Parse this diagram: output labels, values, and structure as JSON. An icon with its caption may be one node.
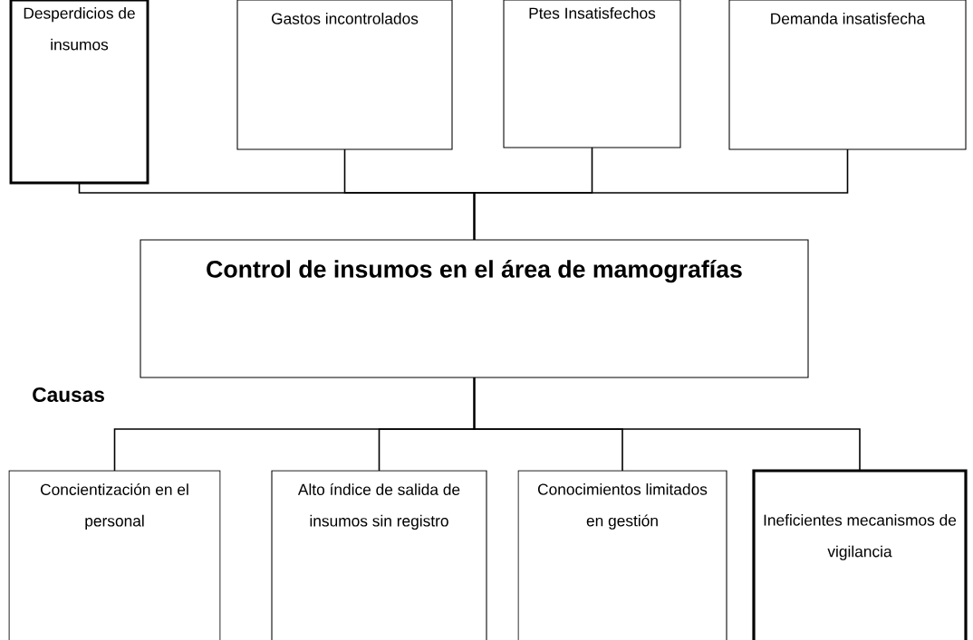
{
  "diagram": {
    "nodes": [
      {
        "text": [
          "Desperdicios de insumos"
        ]
      },
      {
        "text": [
          "Gastos incontrolados"
        ]
      },
      {
        "text": [
          "Ptes Insatisfechos"
        ]
      },
      {
        "text": [
          "Demanda insatisfecha"
        ]
      },
      {
        "text": [
          "Control de insumos en el área de mamografías"
        ]
      },
      {
        "text": [
          "Concientización en el personal"
        ]
      },
      {
        "text": [
          "Alto índice de salida de insumos sin registro"
        ]
      },
      {
        "text": [
          "Conocimientos limitados en gestión"
        ]
      },
      {
        "text": [
          "Ineficientes mecanismos de vigilancia"
        ]
      }
    ],
    "edges": [
      {
        "from": 0,
        "to": 4,
        "arrow": "none"
      },
      {
        "from": 1,
        "to": 4,
        "arrow": "none"
      },
      {
        "from": 2,
        "to": 4,
        "arrow": "none"
      },
      {
        "from": 3,
        "to": 4,
        "arrow": "none"
      },
      {
        "from": 4,
        "to": 5,
        "arrow": "none"
      },
      {
        "from": 4,
        "to": 6,
        "arrow": "none"
      },
      {
        "from": 4,
        "to": 7,
        "arrow": "none"
      },
      {
        "from": 4,
        "to": 8,
        "arrow": "none"
      }
    ],
    "labels": [
      "Causas"
    ]
  }
}
